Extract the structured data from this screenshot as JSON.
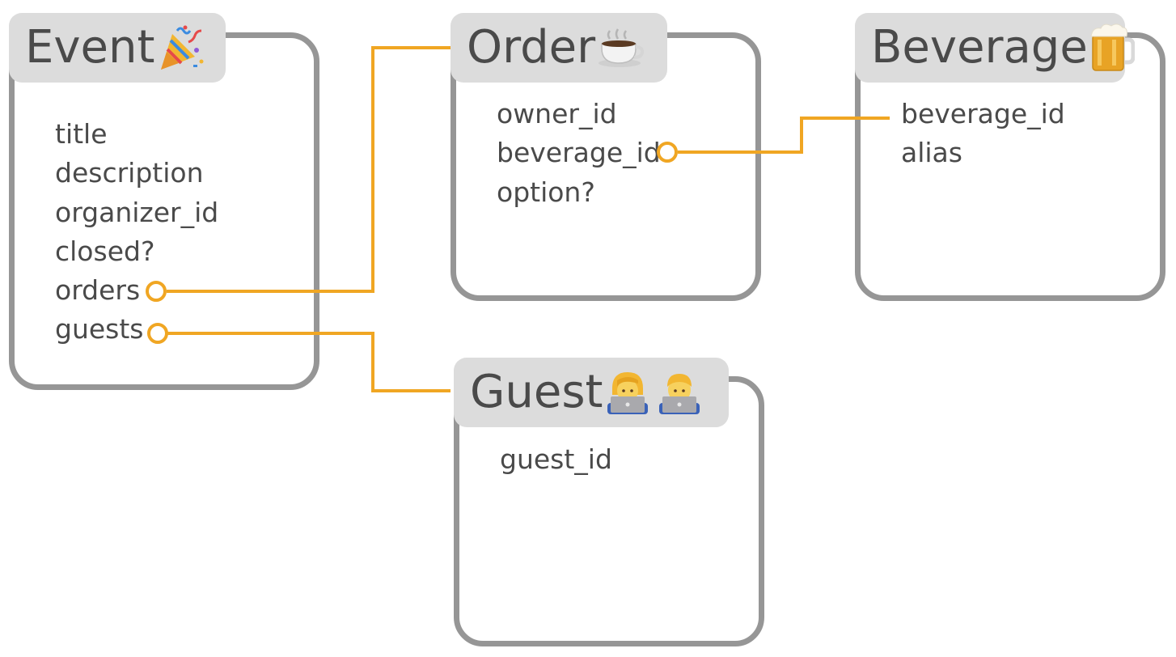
{
  "diagram": {
    "accent_color": "#f0a623",
    "frame_color": "#969696",
    "entities": {
      "event": {
        "title": "Event",
        "icon": "party-popper-icon",
        "fields": [
          "title",
          "description",
          "organizer_id",
          "closed?",
          "orders",
          "guests"
        ]
      },
      "order": {
        "title": "Order",
        "icon": "hot-beverage-icon",
        "fields": [
          "owner_id",
          "beverage_id",
          "option?"
        ]
      },
      "beverage": {
        "title": "Beverage",
        "icon": "beer-mug-icon",
        "fields": [
          "beverage_id",
          "alias"
        ]
      },
      "guest": {
        "title": "Guest",
        "icon": "technologist-icons",
        "fields": [
          "guest_id"
        ]
      }
    },
    "relations": [
      {
        "from": "Event.orders",
        "to": "Order"
      },
      {
        "from": "Event.guests",
        "to": "Guest"
      },
      {
        "from": "Order.beverage_id",
        "to": "Beverage.beverage_id"
      }
    ]
  }
}
